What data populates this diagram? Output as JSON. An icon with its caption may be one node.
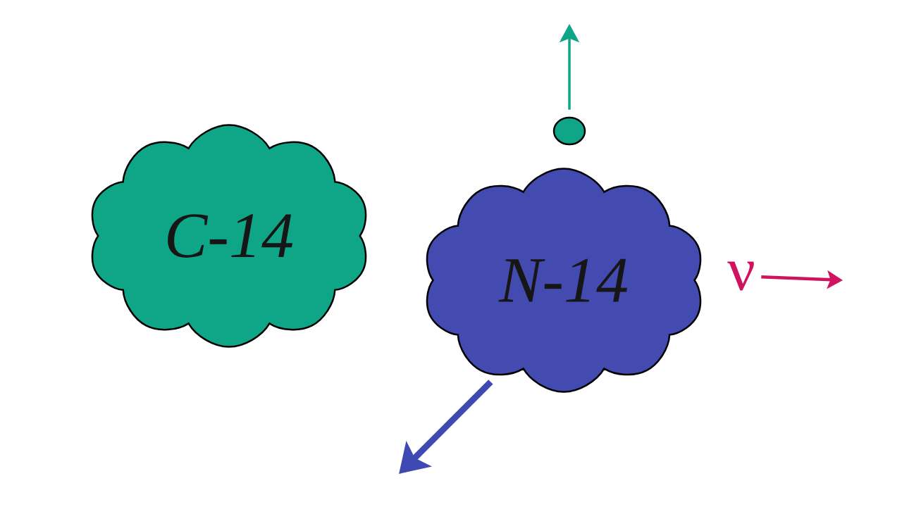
{
  "diagram": {
    "nodes": [
      {
        "text": [
          "C-14"
        ]
      },
      {
        "text": [
          "N-14"
        ]
      },
      {
        "text": [],
        "shape": "circle"
      },
      {
        "text": [
          "ν"
        ]
      }
    ],
    "edges": [
      {
        "from": 2,
        "to": null,
        "arrow": "to",
        "color": "#0fa688"
      },
      {
        "from": 3,
        "to": null,
        "arrow": "to",
        "color": "#d1135f"
      },
      {
        "from": 1,
        "to": null,
        "arrow": "to",
        "style": "thick",
        "color": "#3f49b4"
      }
    ]
  }
}
